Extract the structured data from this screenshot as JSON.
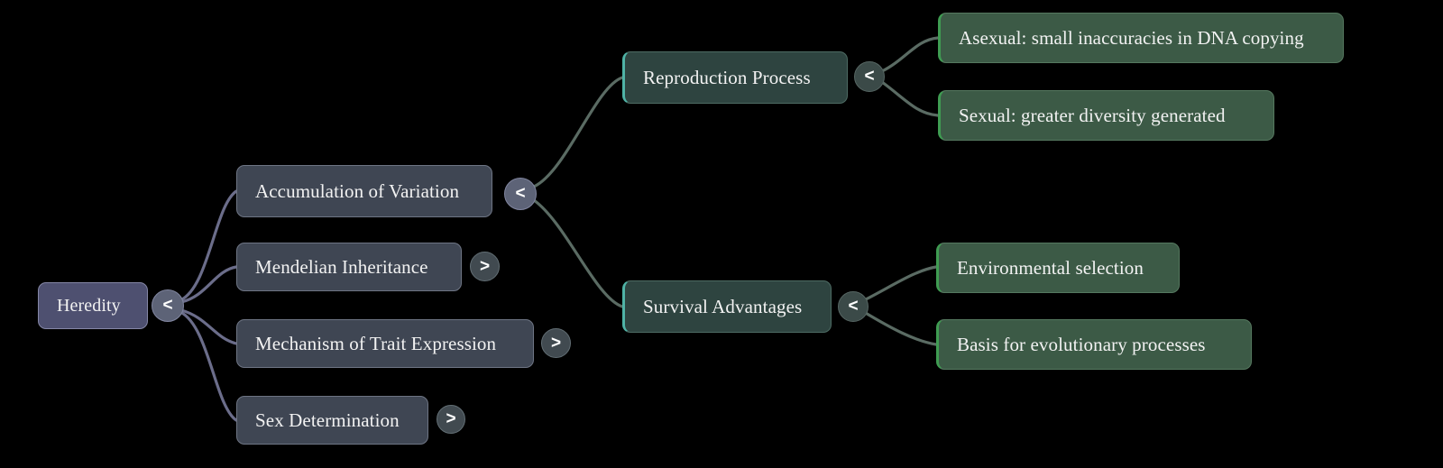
{
  "diagram": {
    "type": "mindmap",
    "orientation": "left-to-right",
    "background": "#000000",
    "root": {
      "label": "Heredity",
      "color": "#4e5070",
      "expanded": true,
      "toggle_glyph": "<"
    },
    "children": [
      {
        "label": "Accumulation of Variation",
        "color": "#3f4653",
        "expanded": true,
        "toggle_glyph": "<",
        "children": [
          {
            "label": "Reproduction Process",
            "color": "#2e4440",
            "accent": "#4fb3a6",
            "expanded": true,
            "toggle_glyph": "<",
            "children": [
              {
                "label": "Asexual: small inaccuracies in DNA copying",
                "color": "#3c5a46",
                "accent": "#3f9c52"
              },
              {
                "label": "Sexual: greater diversity generated",
                "color": "#3c5a46",
                "accent": "#3f9c52"
              }
            ]
          },
          {
            "label": "Survival Advantages",
            "color": "#2e4440",
            "accent": "#4fb3a6",
            "expanded": true,
            "toggle_glyph": "<",
            "children": [
              {
                "label": "Environmental selection",
                "color": "#3c5a46",
                "accent": "#3f9c52"
              },
              {
                "label": "Basis for evolutionary processes",
                "color": "#3c5a46",
                "accent": "#3f9c52"
              }
            ]
          }
        ]
      },
      {
        "label": "Mendelian Inheritance",
        "color": "#3f4653",
        "expanded": false,
        "toggle_glyph": ">"
      },
      {
        "label": "Mechanism of Trait Expression",
        "color": "#3f4653",
        "expanded": false,
        "toggle_glyph": ">"
      },
      {
        "label": "Sex Determination",
        "color": "#3f4653",
        "expanded": false,
        "toggle_glyph": ">"
      }
    ],
    "edge_colors": {
      "root_level": "#6b6d8a",
      "branch_level": "#5a6b63"
    }
  }
}
